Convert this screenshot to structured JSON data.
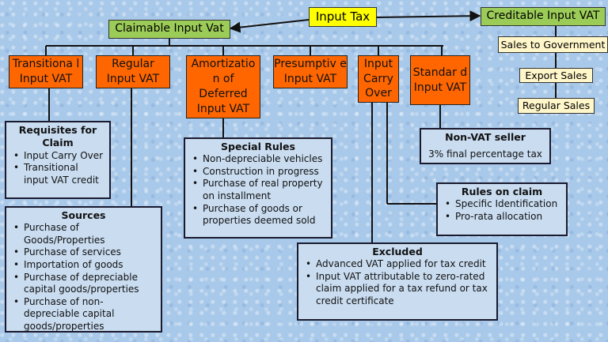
{
  "root": {
    "label": "Input Tax"
  },
  "claimable": {
    "label": "Claimable Input Vat"
  },
  "creditable": {
    "label": "Creditable Input VAT",
    "items": [
      "Sales to Government",
      "Export Sales",
      "Regular Sales"
    ]
  },
  "categories": {
    "transitional": "Transitiona l Input VAT",
    "regular": "Regular Input VAT",
    "amortization": "Amortizatio n of Deferred Input VAT",
    "presumptive": "Presumptiv e Input VAT",
    "carry_over": "Input Carry Over",
    "standard": "Standar d Input VAT"
  },
  "requisites": {
    "title": "Requisites for Claim",
    "items": [
      "Input Carry Over",
      "Transitional input VAT credit"
    ]
  },
  "sources": {
    "title": "Sources",
    "items": [
      "Purchase of Goods/Properties",
      "Purchase of services",
      "Importation of goods",
      "Purchase of depreciable capital goods/properties",
      "Purchase of non-depreciable capital goods/properties"
    ]
  },
  "special_rules": {
    "title": "Special Rules",
    "items": [
      "Non-depreciable vehicles",
      "Construction in progress",
      "Purchase of real property on installment",
      "Purchase of goods or properties deemed sold"
    ]
  },
  "non_vat": {
    "title": "Non-VAT seller",
    "text": "3% final percentage tax"
  },
  "rules_on_claim": {
    "title": "Rules on claim",
    "items": [
      "Specific Identification",
      "Pro-rata allocation"
    ]
  },
  "excluded": {
    "title": "Excluded",
    "items": [
      "Advanced VAT applied for tax credit",
      "Input VAT attributable to zero-rated claim applied for a tax refund or tax credit certificate"
    ]
  }
}
